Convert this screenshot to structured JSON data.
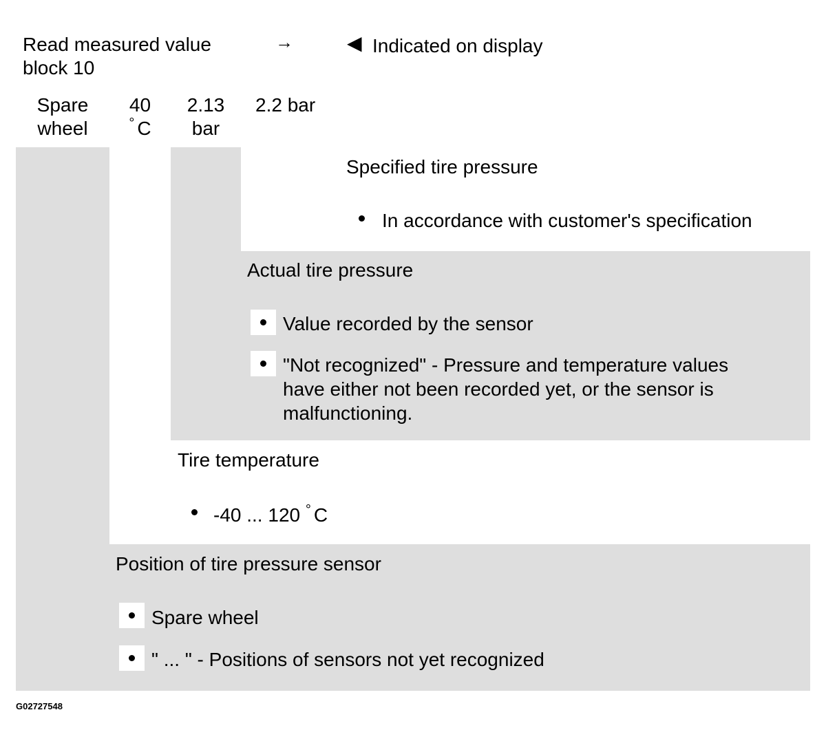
{
  "header": {
    "left_line1": "Read measured value",
    "left_line2": "block 10",
    "arrow": "→",
    "pointer": "◀",
    "right": "Indicated on display"
  },
  "display": {
    "col1_line1": "Spare",
    "col1_line2": "wheel",
    "col2_line1": "40",
    "col2_degree": "°",
    "col2_unit": "C",
    "col3_line1": "2.13",
    "col3_line2": "bar",
    "col4": "2.2 bar"
  },
  "sections": {
    "specified": {
      "title": "Specified tire pressure",
      "items": [
        "In accordance with customer's specification"
      ]
    },
    "actual": {
      "title": "Actual tire pressure",
      "items": [
        "Value recorded by the sensor",
        "\"Not recognized\" - Pressure and temperature values",
        "have either not been recorded yet, or the sensor is",
        "malfunctioning."
      ]
    },
    "temperature": {
      "title": "Tire temperature",
      "range": "-40 ... 120",
      "degree": "°",
      "unit": "C"
    },
    "position": {
      "title": "Position of tire pressure sensor",
      "items": [
        "Spare wheel",
        "\" ... \" - Positions of sensors not yet recognized"
      ]
    }
  },
  "figure_id": "G02727548"
}
